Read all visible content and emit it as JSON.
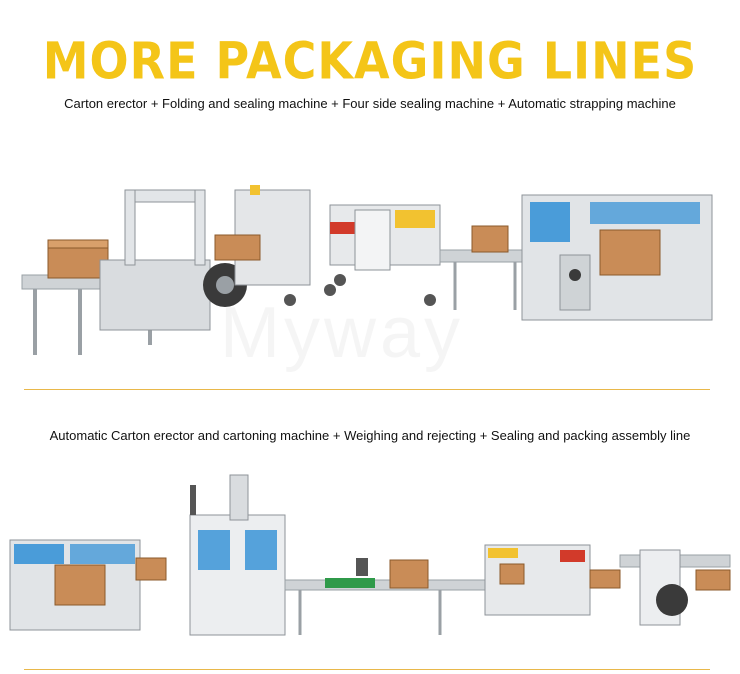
{
  "title": "MORE PACKAGING LINES",
  "line1": {
    "caption": "Carton erector + Folding and sealing machine + Four side sealing machine + Automatic strapping machine"
  },
  "line2": {
    "caption": "Automatic Carton erector and cartoning machine + Weighing and rejecting + Sealing and packing assembly line"
  },
  "watermark": "Myway",
  "colors": {
    "title": "#f4c518",
    "divider": "#e9b84a",
    "machine": "#d9dcdf",
    "blue_panel": "#2f8fd6",
    "carton": "#c98c57",
    "accent_yellow": "#f2c230",
    "accent_red": "#d23a2a"
  }
}
